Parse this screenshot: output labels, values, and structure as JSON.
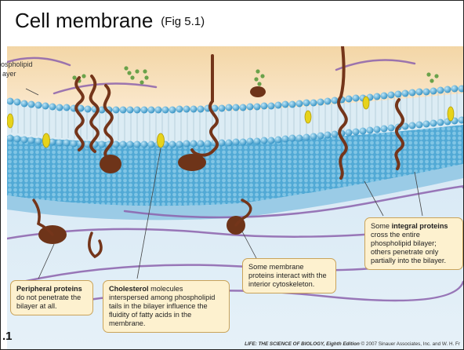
{
  "slide": {
    "title": "Cell membrane",
    "figure_ref": "(Fig 5.1)"
  },
  "figure": {
    "label_phospholipid_1": "ospholipid",
    "label_phospholipid_2": "ayer",
    "figure_number": ".1",
    "credit_book": "LIFE: THE SCIENCE OF BIOLOGY, Eighth Edition",
    "credit_rest": "© 2007 Sinauer Associates, Inc. and W. H. Fr"
  },
  "callouts": {
    "peripheral": {
      "bold": "Peripheral proteins",
      "text": " do not penetrate the bilayer at all."
    },
    "cholesterol": {
      "bold": "Cholesterol",
      "text": " molecules interspersed among phospholipid tails in the bilayer influence the fluidity of fatty acids in the membrane."
    },
    "cytoskeleton": {
      "text": "Some membrane proteins interact with the interior cytoskeleton."
    },
    "integral": {
      "pre": "Some ",
      "bold": "integral proteins",
      "text": " cross the entire phospholipid bilayer; others penetrate only partially into the bilayer."
    }
  },
  "colors": {
    "outside": "#f6dcb2",
    "inside": "#d7e8f4",
    "heads": "#5ab0d8",
    "tails": "#d9eaf2",
    "protein": "#7a3a1e",
    "cholesterol": "#e8d21c",
    "cytoskeleton": "#8a5aa8",
    "callout_bg": "#fdf1cf"
  }
}
